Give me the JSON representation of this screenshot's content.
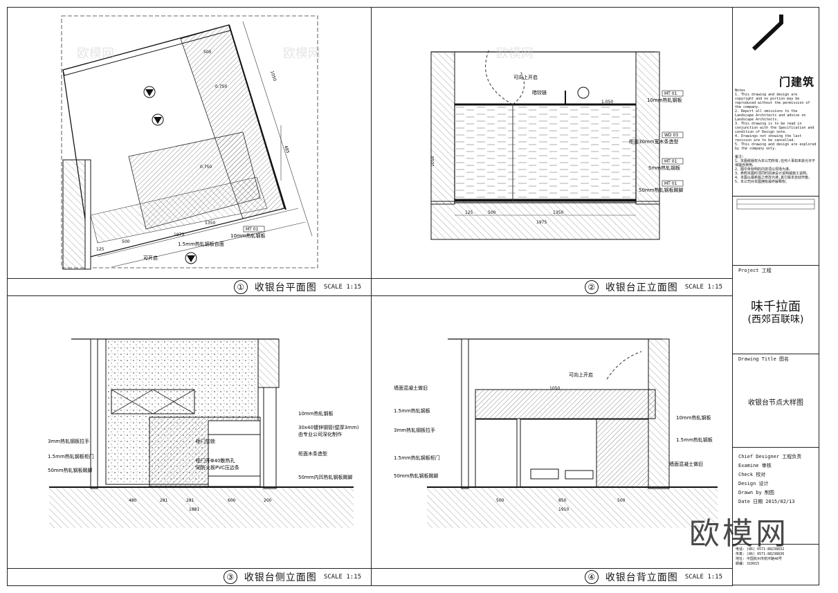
{
  "panels": [
    {
      "num": "①",
      "title": "收银台平面图",
      "scale": "SCALE 1:15"
    },
    {
      "num": "②",
      "title": "收银台正立面图",
      "scale": "SCALE 1:15"
    },
    {
      "num": "③",
      "title": "收银台侧立面图",
      "scale": "SCALE 1:15"
    },
    {
      "num": "④",
      "title": "收银台背立面图",
      "scale": "SCALE 1:15"
    }
  ],
  "plan": {
    "tag_mt01": "MT 01",
    "label_top": "1.5mm热轧钢板台面",
    "label_10mm": "10mm热轧钢板",
    "label_open": "可开启",
    "dims": [
      "125",
      "500",
      "1350",
      "1975",
      "500",
      "1050",
      "485"
    ],
    "elev": [
      "0.750",
      "0.750",
      "0.750"
    ]
  },
  "front": {
    "label_lift": "可向上开启",
    "label_hinge": "暗铰链",
    "label_10mm": "10mm热轧钢板",
    "label_wood": "柜面30mm宽木条造型",
    "label_5mm": "5mm热轧钢板",
    "label_kick": "50mm热轧钢板踢脚",
    "tags": [
      "MT 01",
      "WD 03",
      "MT 01",
      "MT 01"
    ],
    "dims": [
      "125",
      "500",
      "1350",
      "1975",
      "1050",
      "1050"
    ]
  },
  "side_elev": {
    "labels_left": [
      "3mm热轧钢板拉手",
      "1.5mm热轧钢板柜门",
      "50mm热轧钢板踢脚"
    ],
    "labels_right": [
      "10mm热轧钢板",
      "30x40镀锌钢管(壁厚3mm)",
      "由专业公司深化制作",
      "柜门加锁",
      "柜门开Φ40散热孔",
      "同防火板PVC压边条",
      "柜面木条造型",
      "50mm内凹热轧钢板踢脚"
    ],
    "dims": [
      "480",
      "281",
      "281",
      "600",
      "200",
      "1881"
    ]
  },
  "back_elev": {
    "labels_left": [
      "墙面混凝土做旧",
      "1.5mm热轧钢板",
      "3mm热轧钢板拉手",
      "1.5mm热轧钢板柜门",
      "50mm热轧钢板踢脚"
    ],
    "labels_right": [
      "10mm热轧钢板",
      "1.5mm热轧钢板",
      "墙面混凝土做旧"
    ],
    "label_lift": "可向上开启",
    "dims": [
      "500",
      "850",
      "500",
      "1910",
      "1050"
    ]
  },
  "titleblock": {
    "brand": "门建筑",
    "notes_en": "Notes\n1. This drawing and design are copyright and no portion may be reproduced without the permission of the company.\n2. Report all omissions to the Landscape Architects and advise on Landscape Architects.\n3. This drawing is to be read in conjunction with the Specification and condition of Design note.\n4. Drawings not showing the last revision are to be cancelled.\n5. This drawing and design are explored by the company only.",
    "notes_cn": "备注:\n1、本图纸版权为本公司所有,任何人事如未获允许不得擅自使用。\n2、图中未标明的内容须以现场为准。\n3、参照本图时须同时阅读设计说明或施工说明。\n4、本图以最新版之修改为准,其它版本自动作废。\n5、本公司对本图拥有最终解释权。",
    "project_label": "Project 工程",
    "project_name": "味千拉面",
    "project_sub": "(西郊百联味)",
    "drawing_title_label": "Drawing Title 图名",
    "drawing_title": "收银台节点大样图",
    "fields": [
      "Chief Designer 工程负责",
      "Examine 审核",
      "Check 校对",
      "Design 设计",
      "Drawn by 制图",
      "Date 日期   2015/02/13"
    ],
    "contact": [
      "电话: (86) 0571-88238832",
      "传真: (86) 0571-88238836",
      "地址: 中国杭州市杭环路48号",
      "邮编: 310015"
    ]
  },
  "watermark": "欧模网"
}
